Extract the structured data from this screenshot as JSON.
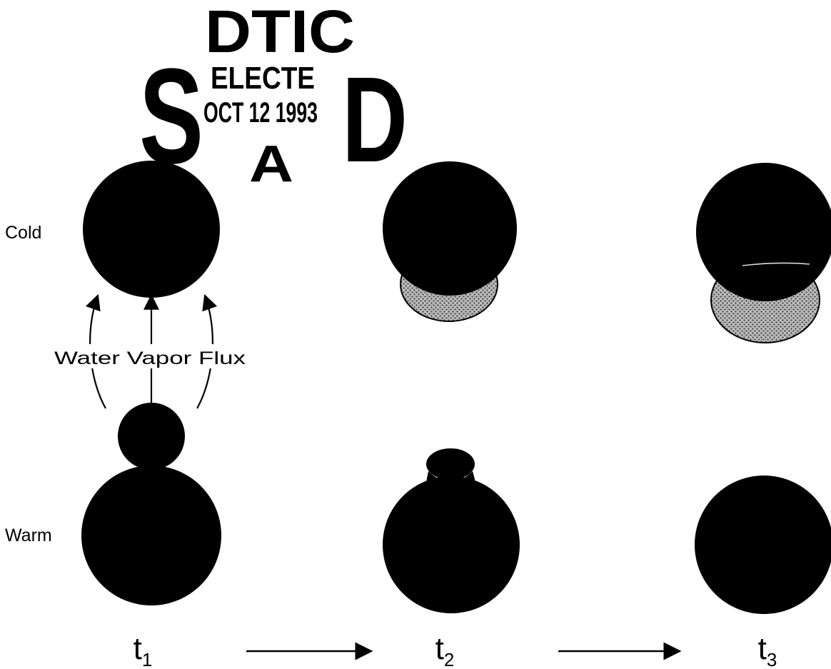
{
  "stamp": {
    "line1": "DTIC",
    "line2": "ELECTE",
    "line3": "OCT 12 1993",
    "letter_left": "S",
    "letter_right": "D",
    "letter_grade": "A"
  },
  "labels": {
    "cold": "Cold",
    "warm": "Warm",
    "flux": "Water Vapor Flux"
  },
  "time_steps": [
    {
      "base": "t",
      "sub": "1"
    },
    {
      "base": "t",
      "sub": "2"
    },
    {
      "base": "t",
      "sub": "3"
    }
  ],
  "colors": {
    "ink": "#000000",
    "frost": "#9a9a9a",
    "background": "#ffffff"
  }
}
